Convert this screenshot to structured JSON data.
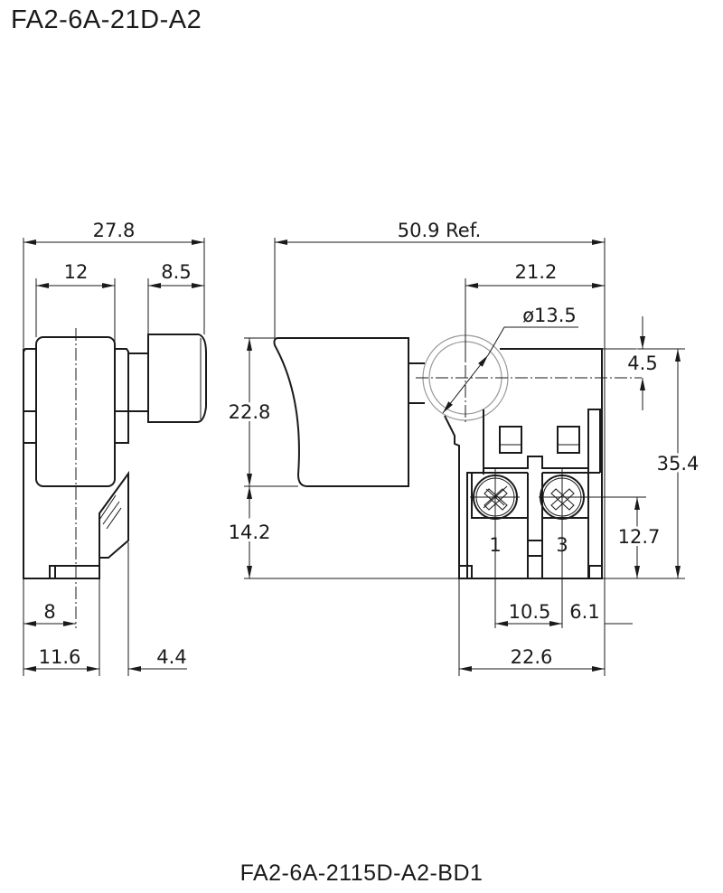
{
  "title": "FA2-6A-21D-A2",
  "model_code": "FA2-6A-2115D-A2-BD1",
  "side_view": {
    "dims": {
      "overall_width": "27.8",
      "roller_width": "12",
      "trigger_width": "8.5",
      "center_offset": "8",
      "body_width": "11.6",
      "plate_width": "4.4"
    }
  },
  "front_view": {
    "dims": {
      "overall_length": "50.9 Ref.",
      "housing_length": "21.2",
      "hole_diameter": "ø13.5",
      "trigger_height": "22.8",
      "trigger_base": "14.2",
      "hole_offset": "4.5",
      "overall_height": "35.4",
      "terminal_height": "12.7",
      "terminal_pitch": "10.5",
      "terminal_offset": "6.1",
      "housing_width": "22.6"
    },
    "terminals": [
      "1",
      "3"
    ]
  }
}
